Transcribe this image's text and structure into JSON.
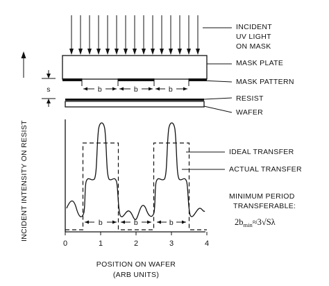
{
  "labels": {
    "incident_line1": "INCIDENT",
    "incident_line2": "UV LIGHT",
    "incident_line3": "ON MASK",
    "mask_plate": "MASK PLATE",
    "mask_pattern": "MASK PATTERN",
    "resist": "RESIST",
    "wafer": "WAFER",
    "ideal_transfer": "IDEAL TRANSFER",
    "actual_transfer": "ACTUAL TRANSFER",
    "min_period_line1": "MINIMUM PERIOD",
    "min_period_line2": "TRANSFERABLE:",
    "s_label": "s",
    "b_label": "b"
  },
  "formula": {
    "lead": "2b",
    "subscript": "min",
    "rest": "≈3√Sλ"
  },
  "axes": {
    "y_label": "INCIDENT INTENSITY ON RESIST",
    "x_label_line1": "POSITION ON WAFER",
    "x_label_line2": "(ARB UNITS)",
    "x_ticks": [
      "0",
      "1",
      "2",
      "3",
      "4"
    ]
  },
  "icons": {
    "uv_arrows": "down-arrow-icon",
    "y_axis_arrow": "up-arrow-icon",
    "s_markers": "dimension-arrow-icon"
  },
  "colors": {
    "ink": "#111111",
    "background": "#ffffff"
  }
}
